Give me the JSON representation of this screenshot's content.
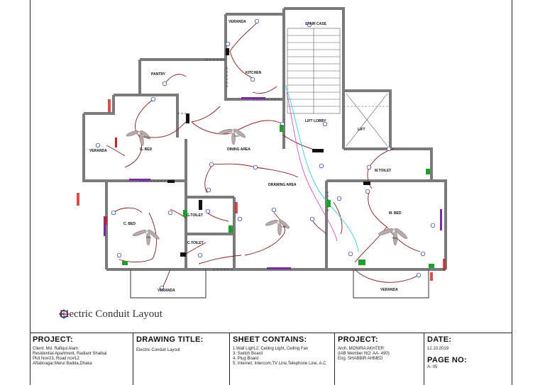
{
  "drawing": {
    "caption": "Electric Conduit Layout",
    "rooms": {
      "veranda_top": "VERANDA",
      "stair_case": "STAIR CASE",
      "pantry": "PANTRY",
      "kitchen": "KITCHEN",
      "lift_lobby": "LIFT LOBBY",
      "lift": "LIFT",
      "veranda_left": "VERANDA",
      "g_bed": "G. BED",
      "dining_area": "DINING AREA",
      "drawing_area": "DRAWING AREA",
      "m_toilet": "M.TOILET",
      "g_toilet": "G.TOILET",
      "c_bed": "C. BED",
      "m_bed": "M. BED",
      "c_toilet": "C.TOILET",
      "veranda_bottom_left": "VERANDA",
      "veranda_bottom_right": "VERANDA"
    },
    "fan_label": "FAN"
  },
  "title_block": {
    "project_client": {
      "heading": "PROJECT:",
      "lines": [
        "Client: Md. Rafiqul Alam",
        "Residential Apartment, Radiant Shaibal",
        "Plot No#23, Road no#12",
        "Aftabnagar,Merul Badda,Dhaka"
      ]
    },
    "drawing_title": {
      "heading": "DRAWING TITLE:",
      "lines": [
        "Electric Conduit Layout"
      ]
    },
    "sheet_contains": {
      "heading": "SHEET CONTAINS:",
      "lines": [
        "1.Wall Light,2. Ceiling Light, Ceiling Fan",
        "3. Switch Board",
        "4. Plug Board",
        "5. Internet, Intercom,TV Line,Telephone Line, A.C"
      ]
    },
    "project_engineer": {
      "heading": "PROJECT:",
      "lines": [
        "Arch. MONIRA AKHTER",
        "(IAB Member NO: AA- 490)",
        "Eng. SHABBIR AHMED"
      ]
    },
    "date": {
      "heading": "DATE:",
      "value": "12.10.2019",
      "page_heading": "PAGE NO:",
      "page_value": "A- 05"
    }
  },
  "colors": {
    "wall": "#7a7a7a",
    "conduit": "#8b1a1a",
    "cyan_line": "#20c8d8",
    "purple": "#7a2aa8",
    "green": "#1fa02a",
    "red_mark": "#d02020"
  }
}
